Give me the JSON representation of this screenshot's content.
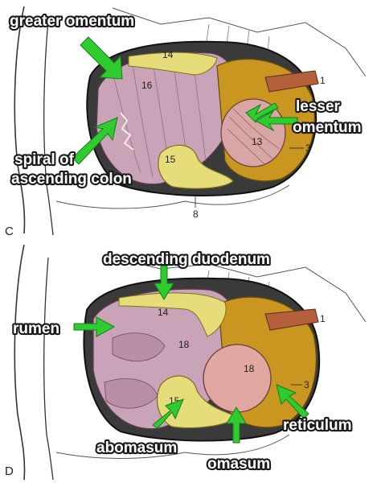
{
  "panel_c": {
    "letter": "C",
    "labels": {
      "greater_omentum": "greater omentum",
      "lesser": "lesser",
      "omentum": "omentum",
      "spiral_of": "spiral of",
      "ascending_colon": "ascending colon"
    },
    "numbers": [
      "14",
      "16",
      "13",
      "15",
      "1",
      "3",
      "8"
    ]
  },
  "panel_d": {
    "letter": "D",
    "labels": {
      "descending_duodenum": "descending duodenum",
      "rumen": "rumen",
      "reticulum": "reticulum",
      "abomasum": "abomasum",
      "omasum": "omasum"
    },
    "numbers": [
      "14",
      "18",
      "18",
      "15",
      "1",
      "3"
    ]
  },
  "colors": {
    "arrow": "#2ecc2e",
    "rumen": "#c9a3b8",
    "reticulum": "#c9961f",
    "abomasum": "#e6dd7a",
    "vessel": "#b5603c"
  }
}
